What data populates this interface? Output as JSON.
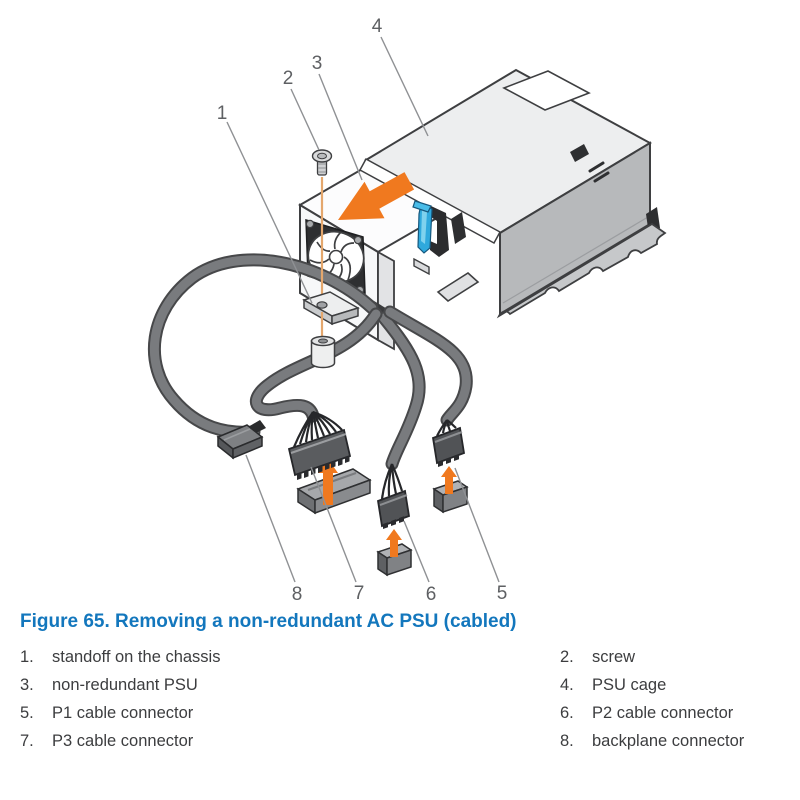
{
  "figure": {
    "caption": "Figure 65. Removing a non-redundant AC PSU (cabled)"
  },
  "diagram": {
    "callouts": [
      {
        "num": "1",
        "target": "standoff on the chassis"
      },
      {
        "num": "2",
        "target": "screw"
      },
      {
        "num": "3",
        "target": "non-redundant PSU"
      },
      {
        "num": "4",
        "target": "PSU cage"
      },
      {
        "num": "5",
        "target": "P1 cable connector"
      },
      {
        "num": "6",
        "target": "P2 cable connector"
      },
      {
        "num": "7",
        "target": "P3 cable connector"
      },
      {
        "num": "8",
        "target": "backplane connector"
      }
    ]
  },
  "legend": {
    "items": [
      {
        "num": "1.",
        "label": "standoff on the chassis"
      },
      {
        "num": "2.",
        "label": "screw"
      },
      {
        "num": "3.",
        "label": "non-redundant PSU"
      },
      {
        "num": "4.",
        "label": "PSU cage"
      },
      {
        "num": "5.",
        "label": "P1 cable connector"
      },
      {
        "num": "6.",
        "label": "P2 cable connector"
      },
      {
        "num": "7.",
        "label": "P3 cable connector"
      },
      {
        "num": "8.",
        "label": "backplane connector"
      }
    ]
  },
  "colors": {
    "caption_blue": "#1377BD",
    "arrow_orange": "#F0791F",
    "latch_blue": "#2FA9DD",
    "cable_gray": "#797B7E",
    "outline_gray": "#3E3F41",
    "text_gray": "#3C3D3F"
  }
}
